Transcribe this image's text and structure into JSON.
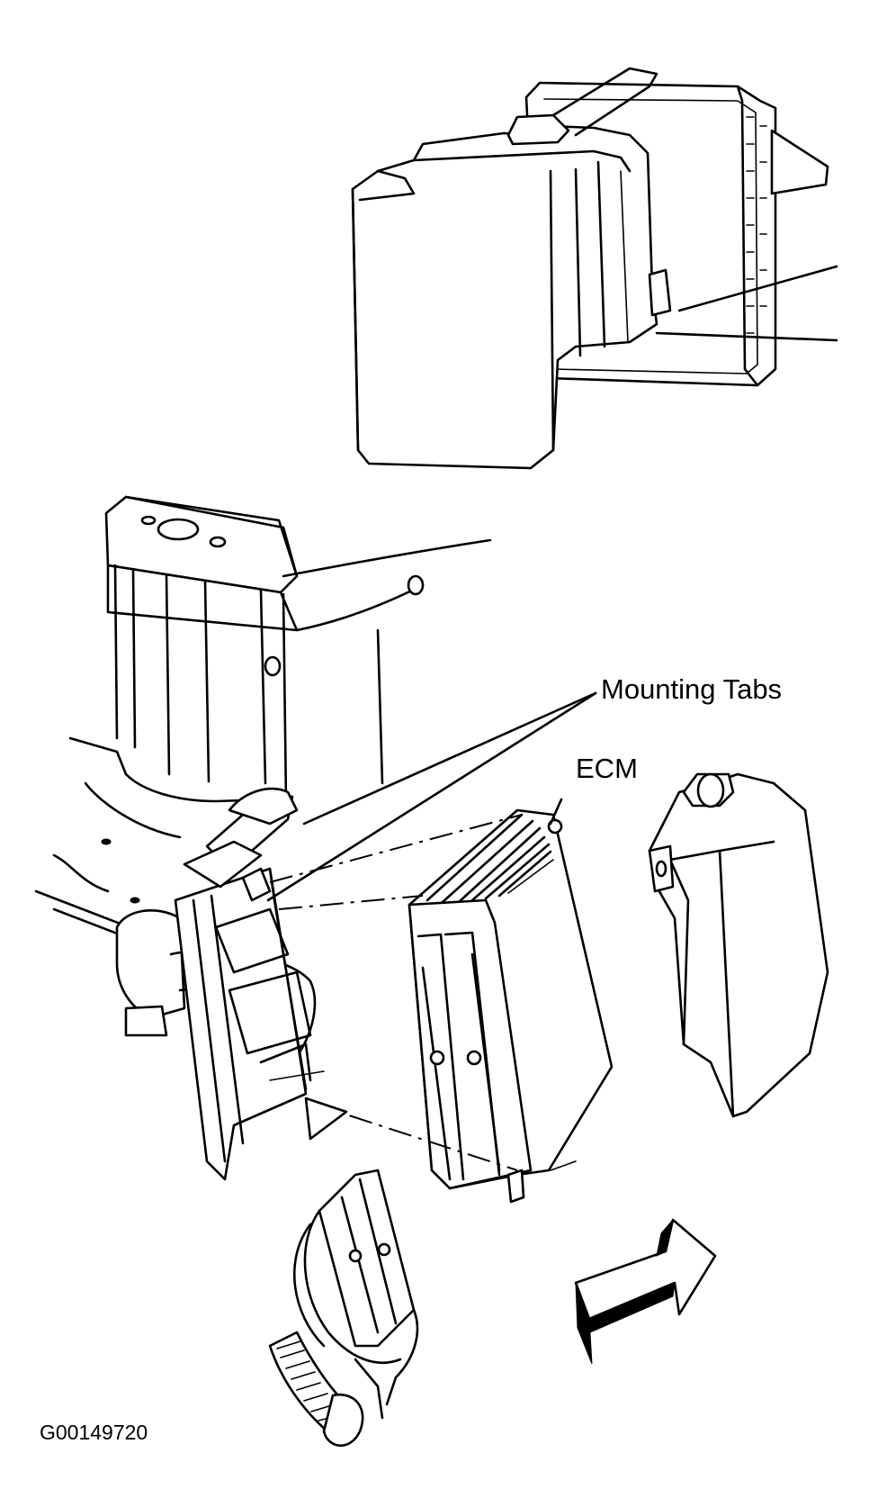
{
  "labels": {
    "mounting_tabs": "Mounting Tabs",
    "ecm": "ECM",
    "figure_id": "G00149720"
  }
}
